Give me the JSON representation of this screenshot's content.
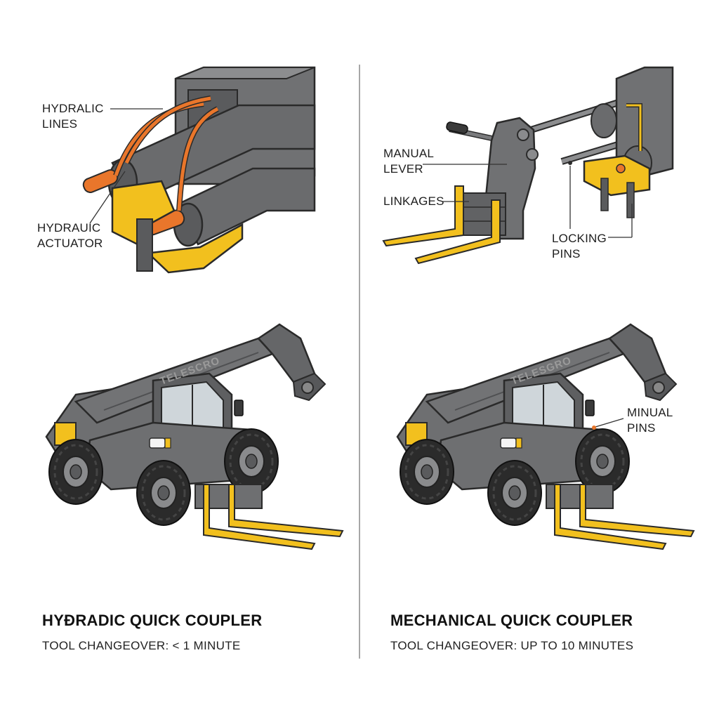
{
  "left": {
    "callouts": {
      "hydraulic_lines_1": "HYDRALIC",
      "hydraulic_lines_2": "LINES",
      "actuator_1": "HYDRAUIC",
      "actuator_2": "ACTUATOR"
    },
    "machine_brand": "TELESCRO",
    "title": "HYƉRADIC QUICK COUPLER",
    "subtitle": "TOOL CHANGEOVER: < 1 MINUTE"
  },
  "right": {
    "callouts": {
      "manual_lever_1": "MANUAL",
      "manual_lever_2": "LEVER",
      "linkages": "LINKAGES",
      "locking_pins_1": "LOCKING",
      "locking_pins_2": "PINS",
      "manual_pins_1": "MINUAL",
      "manual_pins_2": "PINS"
    },
    "machine_brand": "TELESGRO",
    "title": "MECHANICAL QUICK COUPLER",
    "subtitle": "TOOL CHANGEOVER: UP TO 10 MINUTES"
  },
  "colors": {
    "steel": "#6e6f71",
    "steel_dark": "#4f5052",
    "steel_light": "#8c8d8f",
    "accent_yellow": "#f2c01e",
    "hose_orange": "#e9762b",
    "outline": "#2a2a2a"
  }
}
